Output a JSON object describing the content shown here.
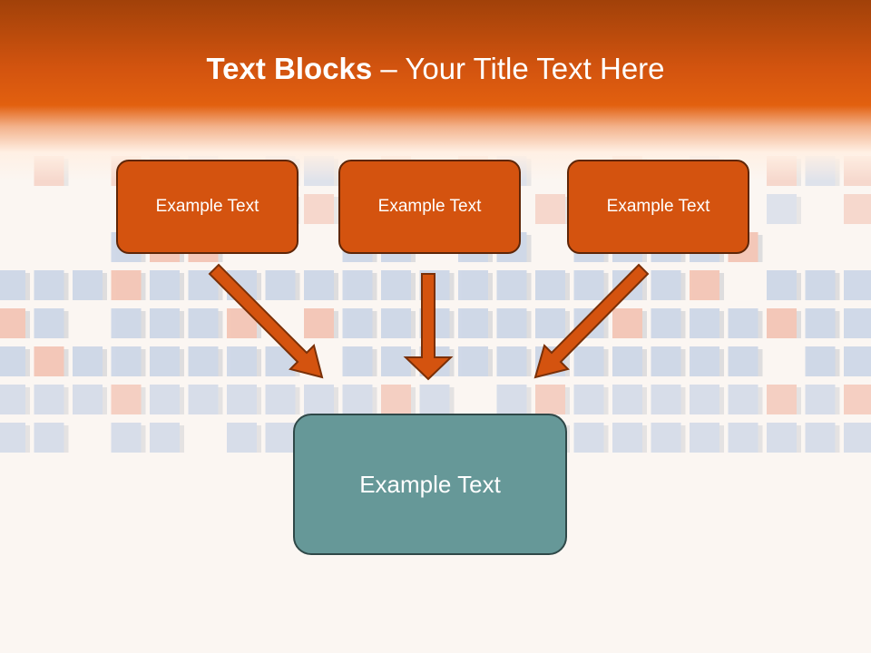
{
  "title": {
    "bold": "Text Blocks",
    "rest": " – Your Title Text Here"
  },
  "boxes": {
    "top_left": "Example Text",
    "top_middle": "Example Text",
    "top_right": "Example Text",
    "bottom_main": "Example Text"
  },
  "colors": {
    "header_orange": "#d3540f",
    "box_orange": "#d4530f",
    "box_teal": "#669898",
    "arrow_orange": "#d4530f",
    "cube_blue": "#c8d3e6",
    "cube_red": "#f2bfae"
  }
}
